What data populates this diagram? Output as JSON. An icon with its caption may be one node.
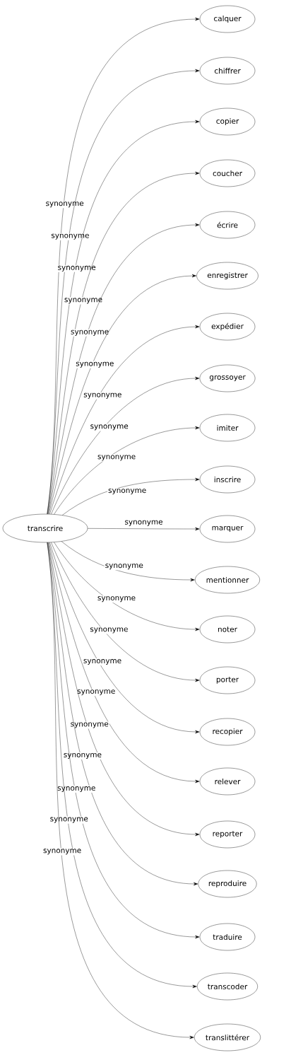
{
  "diagram": {
    "nodes": [
      {
        "text": [
          "transcrire"
        ]
      },
      {
        "text": [
          "calquer"
        ]
      },
      {
        "text": [
          "chiffrer"
        ]
      },
      {
        "text": [
          "copier"
        ]
      },
      {
        "text": [
          "coucher"
        ]
      },
      {
        "text": [
          "écrire"
        ]
      },
      {
        "text": [
          "enregistrer"
        ]
      },
      {
        "text": [
          "expédier"
        ]
      },
      {
        "text": [
          "grossoyer"
        ]
      },
      {
        "text": [
          "imiter"
        ]
      },
      {
        "text": [
          "inscrire"
        ]
      },
      {
        "text": [
          "marquer"
        ]
      },
      {
        "text": [
          "mentionner"
        ]
      },
      {
        "text": [
          "noter"
        ]
      },
      {
        "text": [
          "porter"
        ]
      },
      {
        "text": [
          "recopier"
        ]
      },
      {
        "text": [
          "relever"
        ]
      },
      {
        "text": [
          "reporter"
        ]
      },
      {
        "text": [
          "reproduire"
        ]
      },
      {
        "text": [
          "traduire"
        ]
      },
      {
        "text": [
          "transcoder"
        ]
      },
      {
        "text": [
          "translittérer"
        ]
      }
    ],
    "edges": [
      {
        "from": 0,
        "to": 1,
        "arrow": "to",
        "label": "synonyme"
      },
      {
        "from": 0,
        "to": 2,
        "arrow": "to",
        "label": "synonyme"
      },
      {
        "from": 0,
        "to": 3,
        "arrow": "to",
        "label": "synonyme"
      },
      {
        "from": 0,
        "to": 4,
        "arrow": "to",
        "label": "synonyme"
      },
      {
        "from": 0,
        "to": 5,
        "arrow": "to",
        "label": "synonyme"
      },
      {
        "from": 0,
        "to": 6,
        "arrow": "to",
        "label": "synonyme"
      },
      {
        "from": 0,
        "to": 7,
        "arrow": "to",
        "label": "synonyme"
      },
      {
        "from": 0,
        "to": 8,
        "arrow": "to",
        "label": "synonyme"
      },
      {
        "from": 0,
        "to": 9,
        "arrow": "to",
        "label": "synonyme"
      },
      {
        "from": 0,
        "to": 10,
        "arrow": "to",
        "label": "synonyme"
      },
      {
        "from": 0,
        "to": 11,
        "arrow": "to",
        "label": "synonyme"
      },
      {
        "from": 0,
        "to": 12,
        "arrow": "to",
        "label": "synonyme"
      },
      {
        "from": 0,
        "to": 13,
        "arrow": "to",
        "label": "synonyme"
      },
      {
        "from": 0,
        "to": 14,
        "arrow": "to",
        "label": "synonyme"
      },
      {
        "from": 0,
        "to": 15,
        "arrow": "to",
        "label": "synonyme"
      },
      {
        "from": 0,
        "to": 16,
        "arrow": "to",
        "label": "synonyme"
      },
      {
        "from": 0,
        "to": 17,
        "arrow": "to",
        "label": "synonyme"
      },
      {
        "from": 0,
        "to": 18,
        "arrow": "to",
        "label": "synonyme"
      },
      {
        "from": 0,
        "to": 19,
        "arrow": "to",
        "label": "synonyme"
      },
      {
        "from": 0,
        "to": 20,
        "arrow": "to",
        "label": "synonyme"
      },
      {
        "from": 0,
        "to": 21,
        "arrow": "to",
        "label": "synonyme"
      }
    ]
  }
}
